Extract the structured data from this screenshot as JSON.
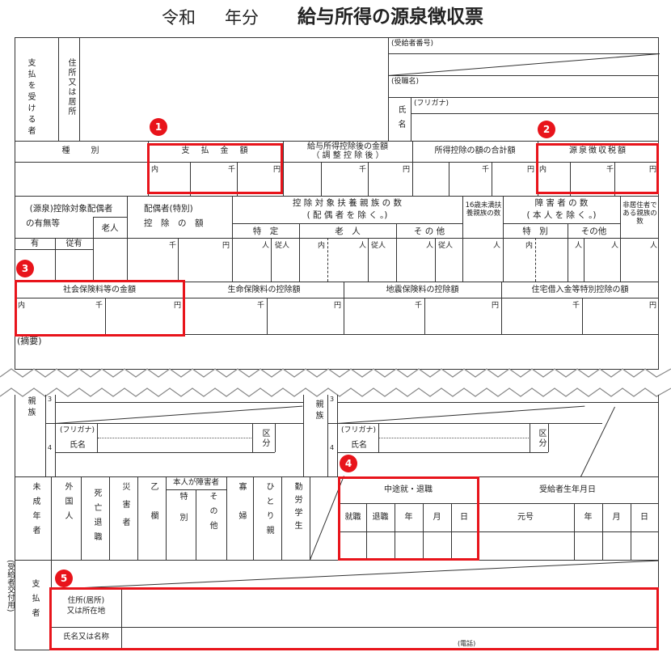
{
  "title": {
    "era": "令和",
    "year": "年分",
    "main": "給与所得の源泉徴収票"
  },
  "payee": {
    "label": "支払を受ける者",
    "address_label": "住所又は居所",
    "recipient_no_label": "(受給者番号)",
    "title_label": "(役職名)",
    "name_label": "氏名",
    "furigana_label": "(フリガナ)"
  },
  "row1": {
    "type_label": "種　　別",
    "payment_label": "支　払　金　額",
    "after_deduction_label": "給与所得控除後の金額",
    "after_deduction_sub": "（ 調 整 控 除 後 ）",
    "deduction_total_label": "所得控除の額の合計額",
    "withholding_label": "源泉徴収税額"
  },
  "units": {
    "inner": "内",
    "thousand": "千",
    "yen": "円",
    "person": "人"
  },
  "row2": {
    "spouse_label_1": "(源泉)控除対象配偶者",
    "spouse_label_2": "の有無等",
    "elderly": "老人",
    "spouse_deduction_1": "配偶者(特別)",
    "spouse_deduction_2": "控　除　の　額",
    "dependents_1": "控 除 対 象 扶 養 親 族 の 数",
    "dependents_2": "( 配 偶 者 を 除 く 。)",
    "specific": "特　定",
    "old": "老　人",
    "other": "そ の 他",
    "under16": "16歳未満扶養親族の数",
    "disabled_1": "障 害 者 の 数",
    "disabled_2": "( 本 人 を 除 く 。)",
    "disabled_special": "特　別",
    "disabled_other": "その他",
    "nonresident": "非居住者である親族の数",
    "has": "有",
    "cohabit": "従有",
    "cohabit2": "従人"
  },
  "row3": {
    "social_insurance": "社会保険料等の金額",
    "life_insurance": "生命保険料の控除額",
    "earthquake_insurance": "地震保険料の控除額",
    "housing_loan": "住宅借入金等特別控除の額"
  },
  "summary_label": "(摘要)",
  "dependents_block": {
    "relatives": "親族",
    "furigana": "(フリガナ)",
    "name": "氏名",
    "category": "区分",
    "num3": "3",
    "num4": "4"
  },
  "status_row": {
    "minor": "未成年者",
    "foreign": "外国人",
    "death_retire": "死亡退職",
    "disaster": "災害者",
    "otsu": "乙欄",
    "self_disabled": "本人が障害者",
    "special": "特別",
    "other": "その他",
    "widow": "寡婦",
    "single_parent": "ひとり親",
    "working_student": "勤労学生",
    "mid_year": "中途就・退職",
    "employment": "就職",
    "retirement": "退職",
    "year": "年",
    "month": "月",
    "day": "日",
    "birth": "受給者生年月日",
    "era": "元号"
  },
  "payer": {
    "label": "支払者",
    "side_label": "(受給者交付用)",
    "address_label_1": "住所(居所)",
    "address_label_2": "又は所在地",
    "name_label": "氏名又は名称",
    "phone": "(電話)"
  },
  "badges": [
    "1",
    "2",
    "3",
    "4",
    "5"
  ],
  "colors": {
    "highlight": "#e8141b",
    "line": "#333333"
  }
}
